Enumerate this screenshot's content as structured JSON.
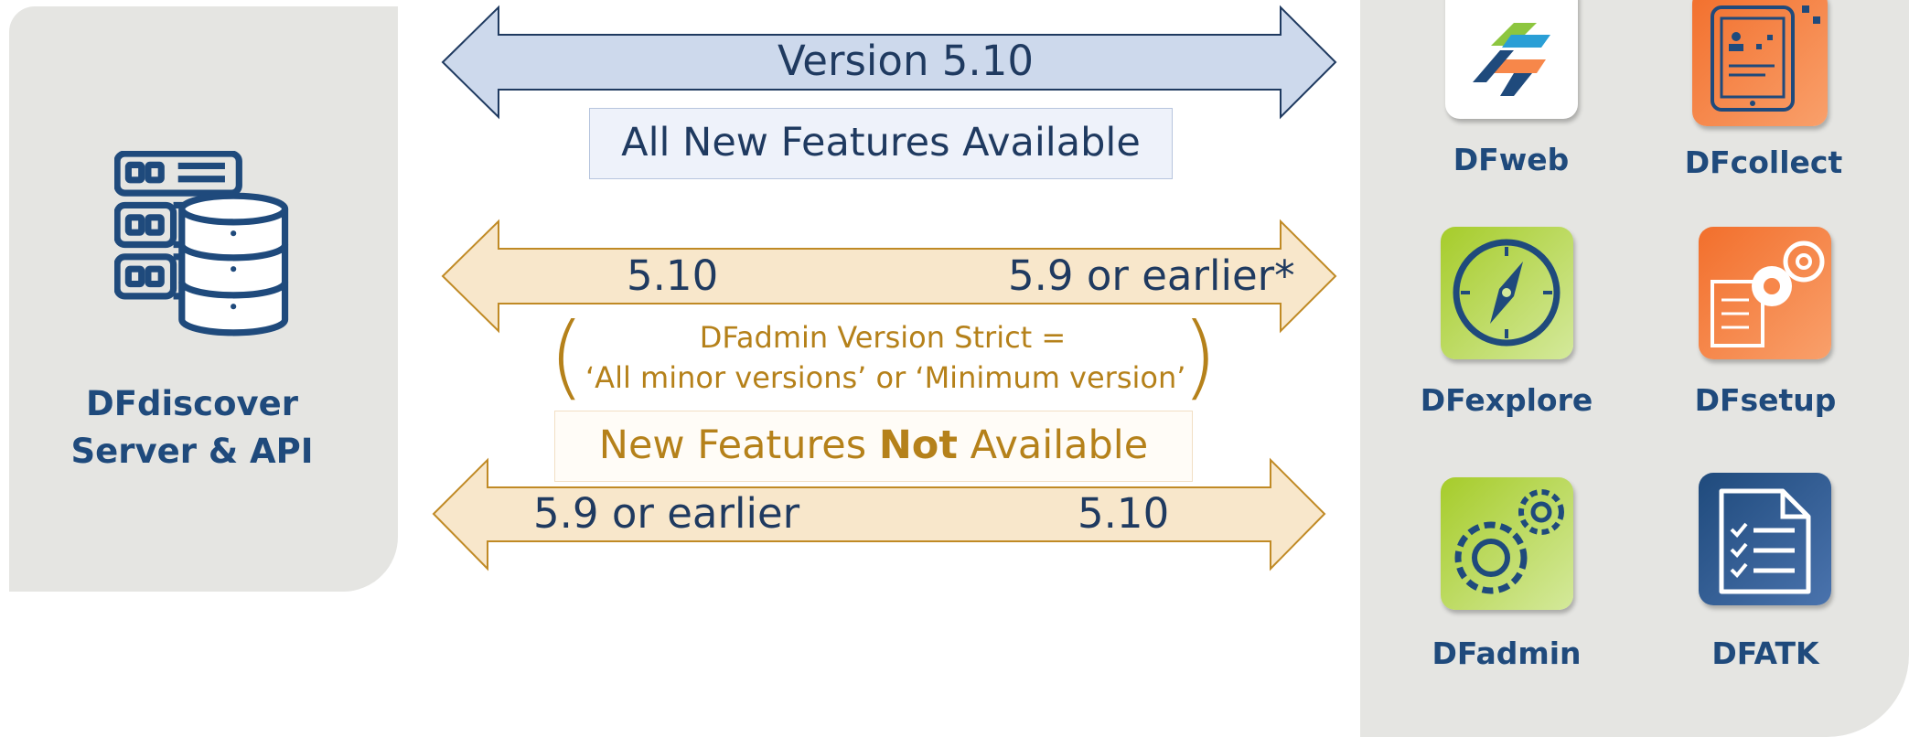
{
  "server": {
    "line1": "DFdiscover",
    "line2": "Server & API"
  },
  "top_arrow": {
    "label": "Version 5.10",
    "box": "All New Features Available",
    "color": "#cdd9ec",
    "stroke": "#1f3a60"
  },
  "middle_arrow": {
    "left_label": "5.10",
    "right_label": "5.9 or earlier*",
    "color": "#f8e7cb",
    "stroke": "#c08a25"
  },
  "strict_note": {
    "line1": "DFadmin Version Strict =",
    "line2": "‘All minor versions’ or ‘Minimum version’"
  },
  "not_available_box": {
    "before": "New Features ",
    "bold": "Not",
    "after": " Available"
  },
  "bottom_arrow": {
    "left_label": "5.9 or earlier",
    "right_label": "5.10"
  },
  "apps": [
    {
      "name": "DFweb",
      "icon": "dfweb-logo-icon"
    },
    {
      "name": "DFcollect",
      "icon": "tablet-form-icon"
    },
    {
      "name": "DFexplore",
      "icon": "compass-icon"
    },
    {
      "name": "DFsetup",
      "icon": "gear-document-icon"
    },
    {
      "name": "DFadmin",
      "icon": "gears-icon"
    },
    {
      "name": "DFATK",
      "icon": "checklist-document-icon"
    }
  ],
  "colors": {
    "navy": "#1f4a7c",
    "gold": "#b5811a",
    "panel": "#e5e5e2",
    "lime": "#b3d334",
    "orange": "#f7874a"
  }
}
